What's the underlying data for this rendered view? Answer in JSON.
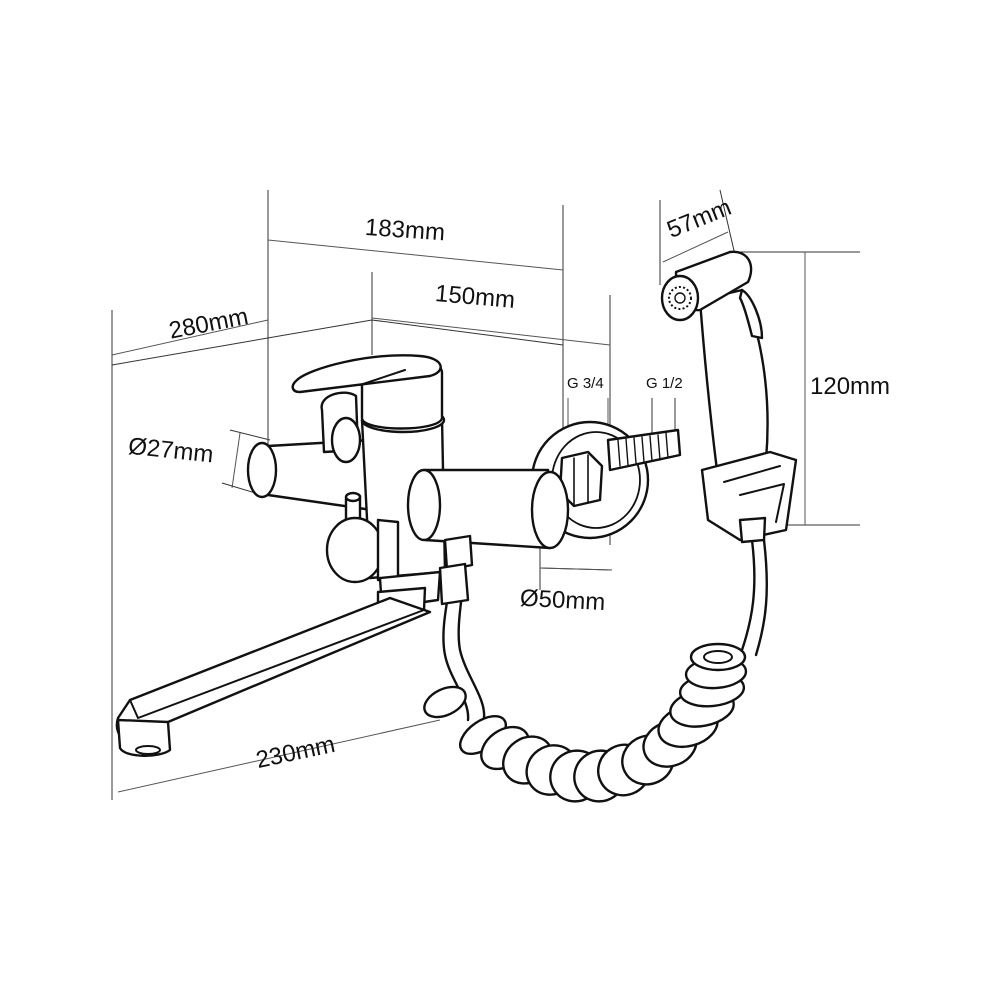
{
  "dimensions": {
    "width_183": "183mm",
    "depth_280": "280mm",
    "width_150": "150mm",
    "thread_g34": "G 3/4",
    "thread_g12": "G 1/2",
    "diameter_27": "Ø27mm",
    "diameter_50": "Ø50mm",
    "spout_230": "230mm",
    "head_57": "57mm",
    "height_120": "120mm"
  }
}
